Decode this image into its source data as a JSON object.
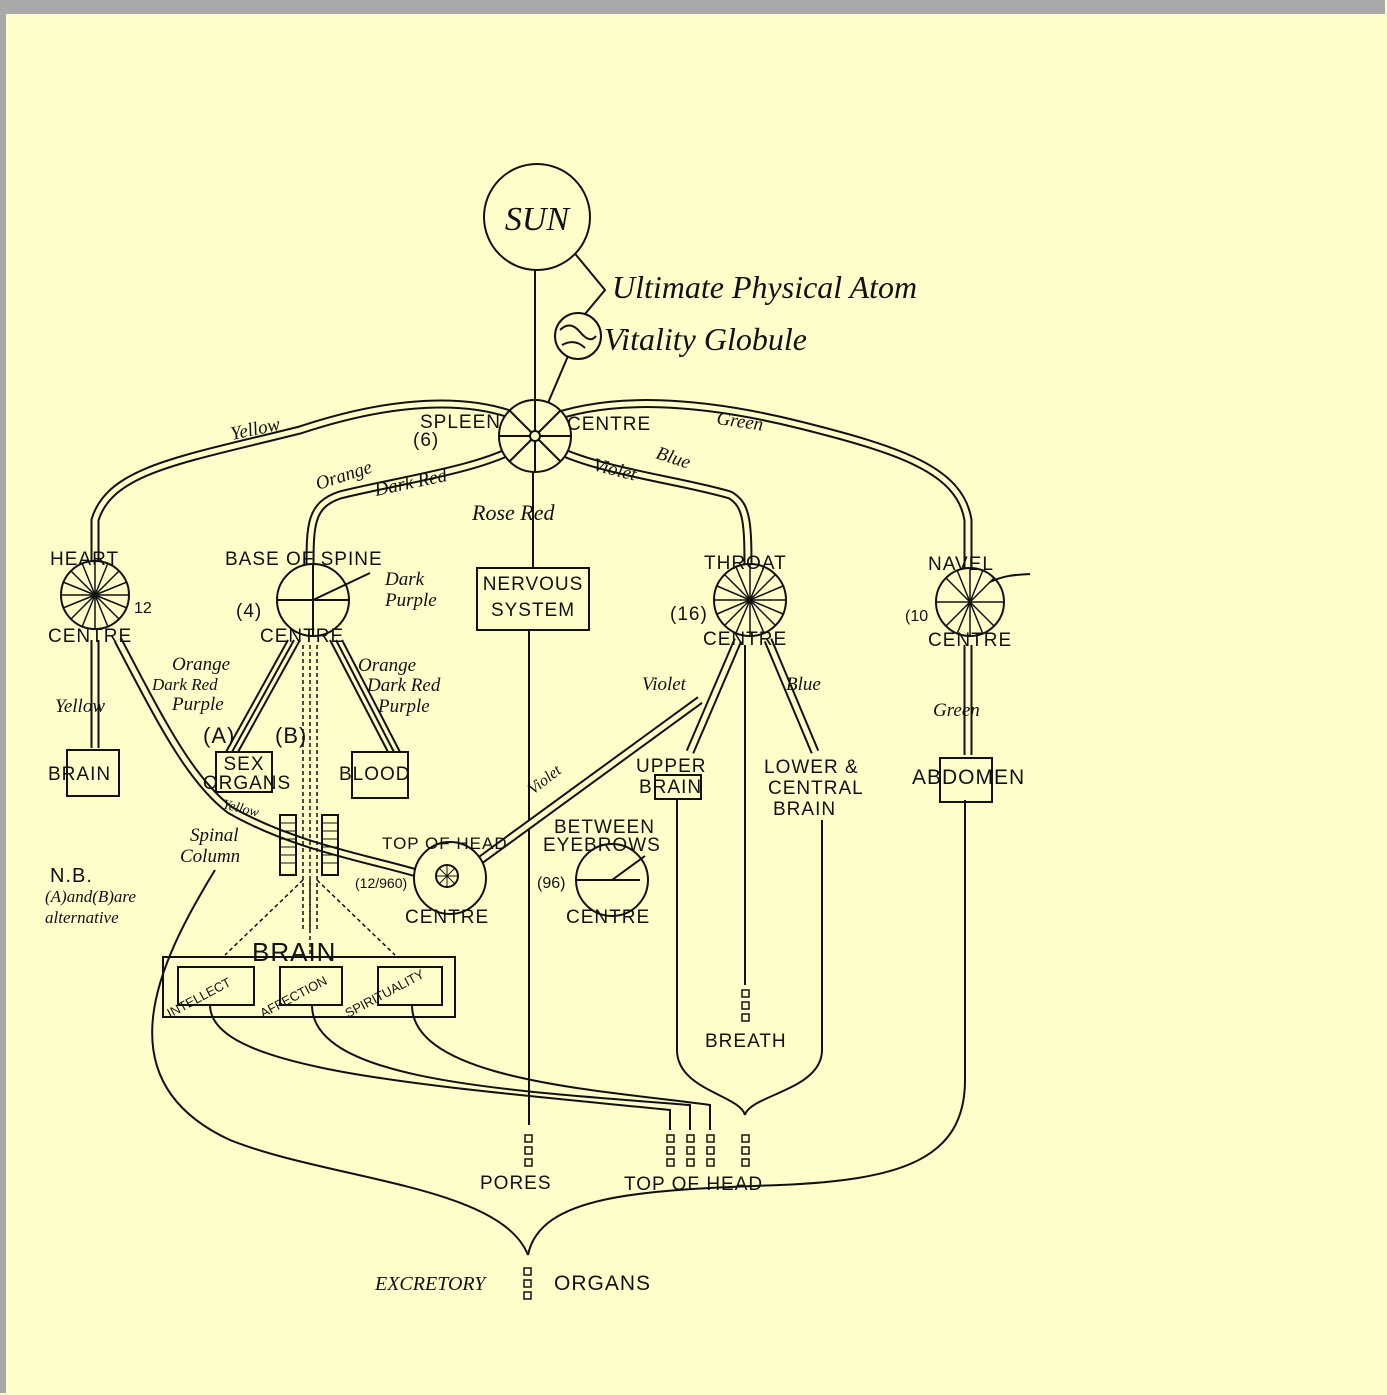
{
  "labels": {
    "sun": "SUN",
    "atom": "Ultimate Physical Atom",
    "globule": "Vitality Globule",
    "spleen": "SPLEEN",
    "spleen_n": "(6)",
    "spleen_centre": "CENTRE",
    "yellow": "Yellow",
    "green": "Green",
    "orange": "Orange",
    "dark_red": "Dark Red",
    "violet": "Violet",
    "blue": "Blue",
    "rose_red": "Rose Red",
    "heart": "HEART",
    "heart_n": "12",
    "heart_centre": "CENTRE",
    "base_spine": "BASE OF SPINE",
    "base_n": "(4)",
    "base_centre": "CENTRE",
    "dark_purple_1": "Dark",
    "dark_purple_2": "Purple",
    "nervous_1": "NERVOUS",
    "nervous_2": "SYSTEM",
    "throat": "THROAT",
    "throat_n": "(16)",
    "throat_centre": "CENTRE",
    "navel": "NAVEL",
    "navel_n": "(10",
    "navel_centre": "CENTRE",
    "l_orange": "Orange",
    "l_dark_red": "Dark Red",
    "l_purple": "Purple",
    "r_orange": "Orange",
    "r_dark_red": "Dark Red",
    "r_purple": "Purple",
    "heart_yellow": "Yellow",
    "a_label": "(A)",
    "b_label": "(B)",
    "brain_left": "BRAIN",
    "sex_1": "SEX",
    "sex_2": "ORGANS",
    "blood": "BLOOD",
    "throat_violet": "Violet",
    "throat_blue": "Blue",
    "navel_green": "Green",
    "upper_brain_1": "UPPER",
    "upper_brain_2": "BRAIN",
    "lower_brain_1": "LOWER &",
    "lower_brain_2": "CENTRAL",
    "lower_brain_3": "BRAIN",
    "abdomen": "ABDOMEN",
    "violet_diag": "Violet",
    "spinal_yellow": "Yellow",
    "spinal_1": "Spinal",
    "spinal_2": "Column",
    "nb_1": "N.B.",
    "nb_2": "(A)and(B)are",
    "nb_3": "alternative",
    "top_head": "TOP OF HEAD",
    "top_head_n": "(12/960)",
    "top_head_centre": "CENTRE",
    "between_1": "BETWEEN",
    "between_2": "EYEBROWS",
    "between_n": "(96)",
    "between_centre": "CENTRE",
    "brain_main": "BRAIN",
    "intellect": "INTELLECT",
    "affection": "AFFECTION",
    "spirituality": "SPIRITUALITY",
    "breath": "BREATH",
    "pores": "PORES",
    "top_head_bottom": "TOP OF HEAD",
    "excretory": "EXCRETORY",
    "organs": "ORGANS"
  }
}
